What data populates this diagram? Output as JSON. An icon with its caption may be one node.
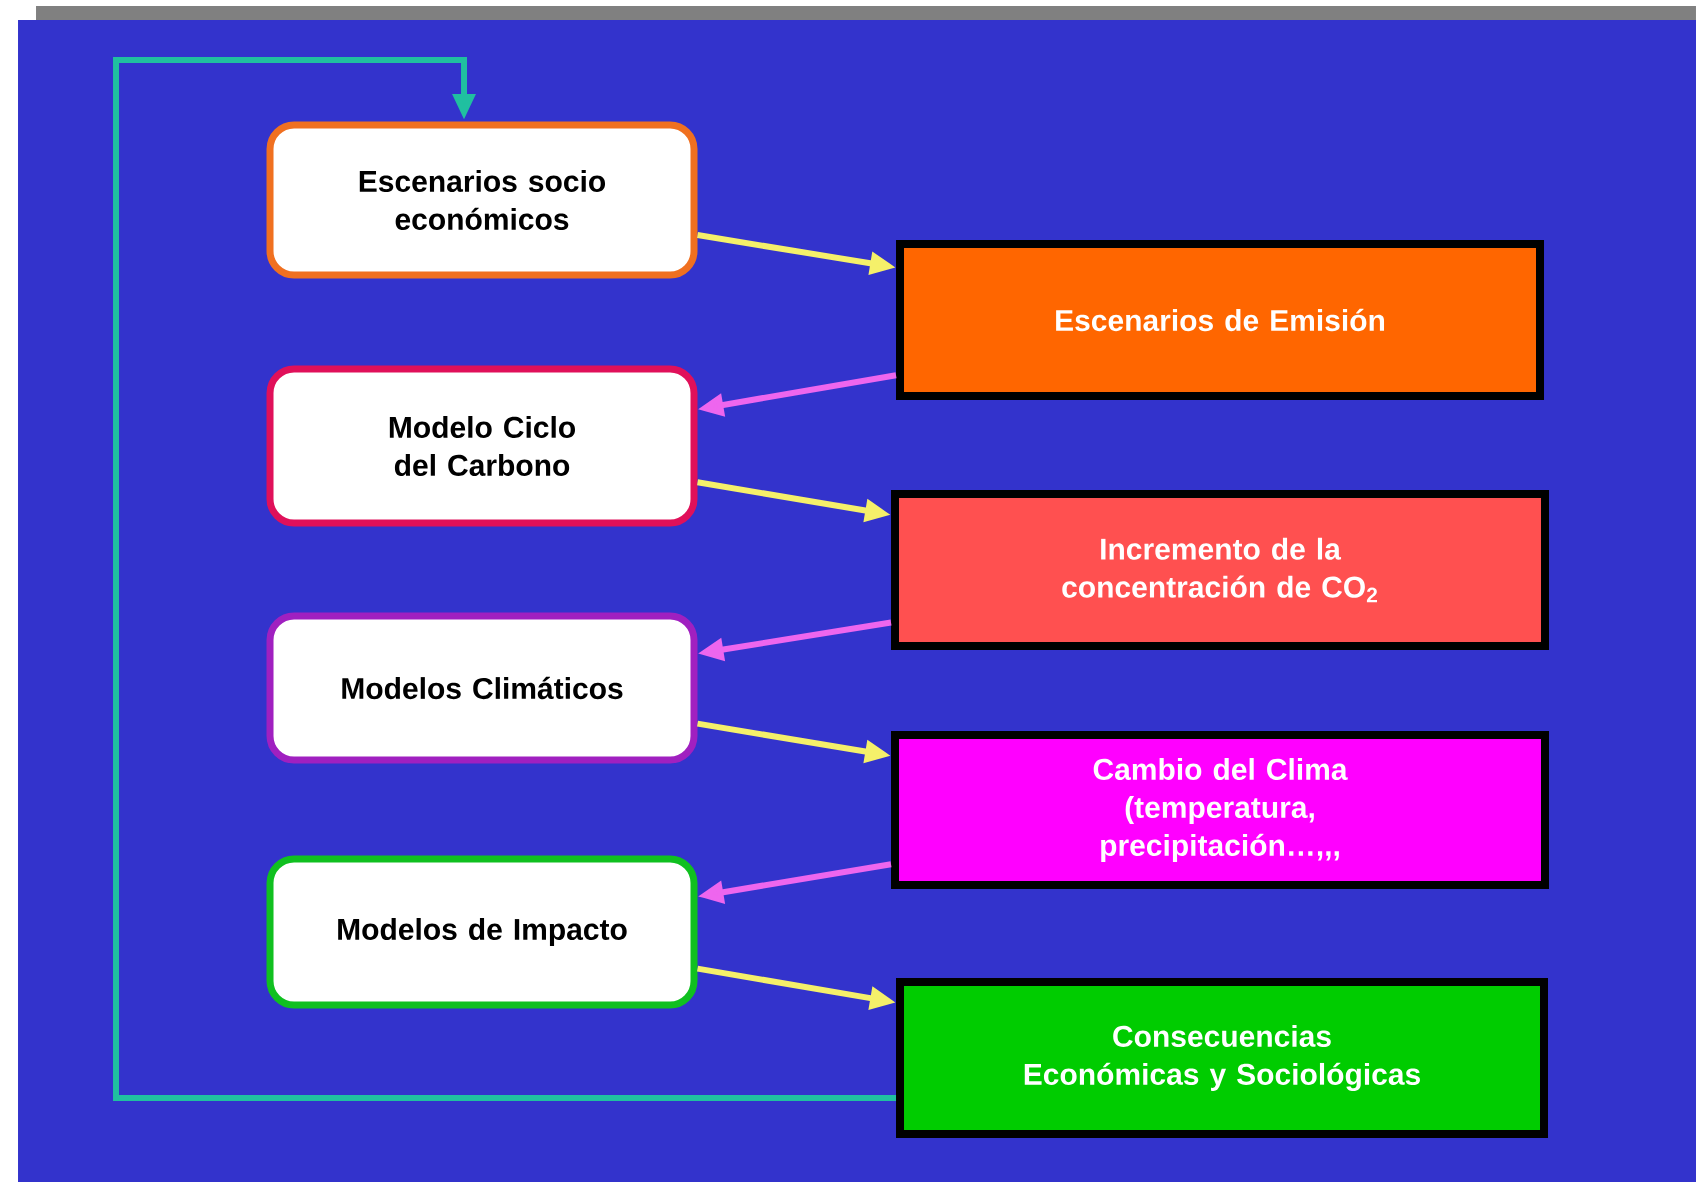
{
  "diagram": {
    "nodes": [
      {
        "text": [
          "Escenarios socio económicos"
        ]
      },
      {
        "text": [
          "Escenarios de Emisión"
        ]
      },
      {
        "text": [
          "Modelo Ciclo del Carbono"
        ]
      },
      {
        "text": [
          "Incremento de la concentración de CO$_{2}$"
        ]
      },
      {
        "text": [
          "Modelos Climáticos"
        ]
      },
      {
        "text": [
          "Cambio del Clima (temperatura, precipitación…,,,"
        ]
      },
      {
        "text": [
          "Modelos de Impacto"
        ]
      },
      {
        "text": [
          "Consecuencias Económicas y Sociológicas"
        ]
      }
    ],
    "edges": [
      {
        "from": 0,
        "to": 1,
        "arrow": "to"
      },
      {
        "from": 1,
        "to": 2,
        "arrow": "to",
        "color": "#ee66ee"
      },
      {
        "from": 2,
        "to": 3,
        "arrow": "to"
      },
      {
        "from": 3,
        "to": 4,
        "arrow": "to",
        "color": "#ee66ee"
      },
      {
        "from": 4,
        "to": 5,
        "arrow": "to"
      },
      {
        "from": 5,
        "to": 6,
        "arrow": "to",
        "color": "#ee66ee"
      },
      {
        "from": 6,
        "to": 7,
        "arrow": "to"
      },
      {
        "from": 7,
        "to": 0,
        "arrow": "to",
        "color": "#20c0a0"
      }
    ]
  }
}
